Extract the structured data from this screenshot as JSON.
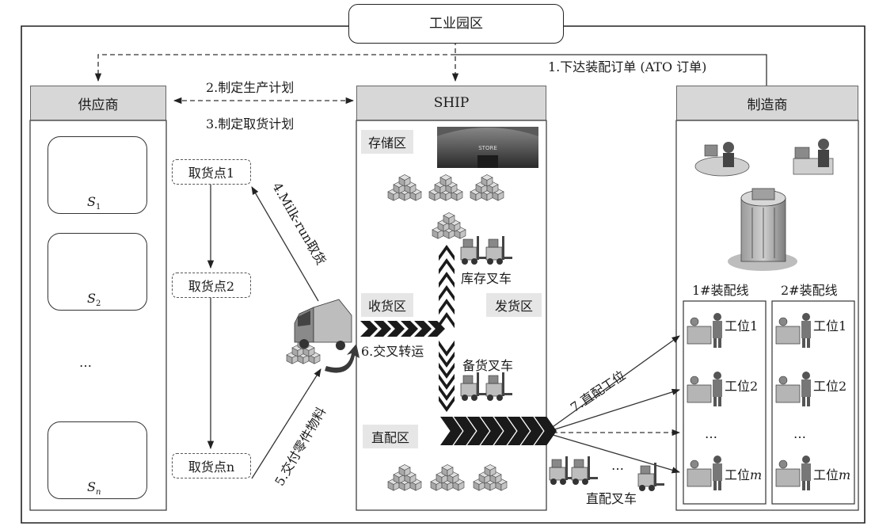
{
  "park": {
    "title": "工业园区"
  },
  "supplier": {
    "title": "供应商",
    "items": [
      {
        "label": "S",
        "sub": "1"
      },
      {
        "label": "S",
        "sub": "2"
      },
      {
        "label": "S",
        "sub": "n"
      }
    ],
    "ellipsis": "…"
  },
  "pickup_points": [
    "取货点1",
    "取货点2",
    "取货点n"
  ],
  "ship": {
    "title": "SHIP",
    "storage": "存储区",
    "store_sign": "STORE",
    "receiving": "收货区",
    "shipping": "发货区",
    "direct": "直配区",
    "inventory_forklift": "库存叉车",
    "stocking_forklift": "备货叉车",
    "direct_forklift": "直配叉车",
    "forklift_ellipsis": "…"
  },
  "manufacturer": {
    "title": "制造商",
    "lines": [
      {
        "title": "1#装配线",
        "stations": [
          "工位1",
          "工位2",
          "工位"
        ],
        "last_suffix": "m",
        "ellipsis": "…"
      },
      {
        "title": "2#装配线",
        "stations": [
          "工位1",
          "工位2",
          "工位"
        ],
        "last_suffix": "m",
        "ellipsis": "…"
      }
    ]
  },
  "steps": {
    "s1": "1.下达装配订单 (ATO 订单)",
    "s2": "2.制定生产计划",
    "s3": "3.制定取货计划",
    "s4": "4.Milk-run取货",
    "s5": "5.交付零件物料",
    "s6": "6.交叉转运",
    "s7": "7.直配工位"
  },
  "colors": {
    "header_fill": "#d7d7d7",
    "arrow_fill": "#1a1a1a",
    "line": "#333333"
  }
}
